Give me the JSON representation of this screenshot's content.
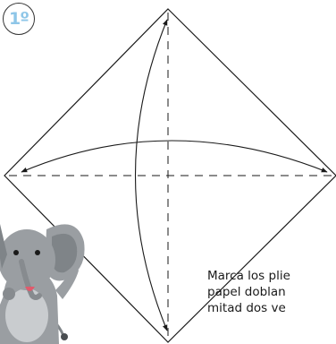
{
  "step": {
    "number": "1º"
  },
  "instruction": {
    "lines": [
      "Marca los plie",
      "papel doblan",
      "mitad dos ve"
    ]
  },
  "icons": {
    "mascot": "elephant-mascot-icon"
  },
  "colors": {
    "line": "#1a1a1a",
    "step_number": "#8ec6e8",
    "elephant_body": "#9a9ea2",
    "elephant_ear_inner": "#7f8488",
    "elephant_belly": "#c9cccf",
    "tongue": "#e05a6c"
  }
}
